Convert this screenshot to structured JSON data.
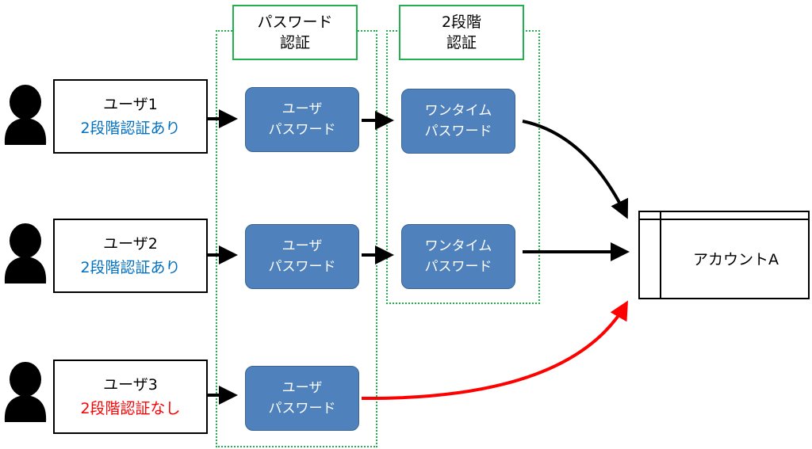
{
  "zones": {
    "password": {
      "label_line1": "パスワード",
      "label_line2": "認証"
    },
    "two_step": {
      "label_line1": "2段階",
      "label_line2": "認証"
    }
  },
  "users": [
    {
      "name": "ユーザ1",
      "status": "2段階認証あり",
      "status_color": "#0070c0"
    },
    {
      "name": "ユーザ2",
      "status": "2段階認証あり",
      "status_color": "#0070c0"
    },
    {
      "name": "ユーザ3",
      "status": "2段階認証なし",
      "status_color": "#ff0000"
    }
  ],
  "password_steps": [
    {
      "line1": "ユーザ",
      "line2": "パスワード"
    },
    {
      "line1": "ユーザ",
      "line2": "パスワード"
    },
    {
      "line1": "ユーザ",
      "line2": "パスワード"
    }
  ],
  "otp_steps": [
    {
      "line1": "ワンタイム",
      "line2": "パスワード"
    },
    {
      "line1": "ワンタイム",
      "line2": "パスワード"
    }
  ],
  "account": {
    "label": "アカウントA"
  },
  "colors": {
    "step_fill": "#4f81bd",
    "zone_border": "#22b14c",
    "bypass_arrow": "#ff0000",
    "normal_arrow": "#000000"
  }
}
